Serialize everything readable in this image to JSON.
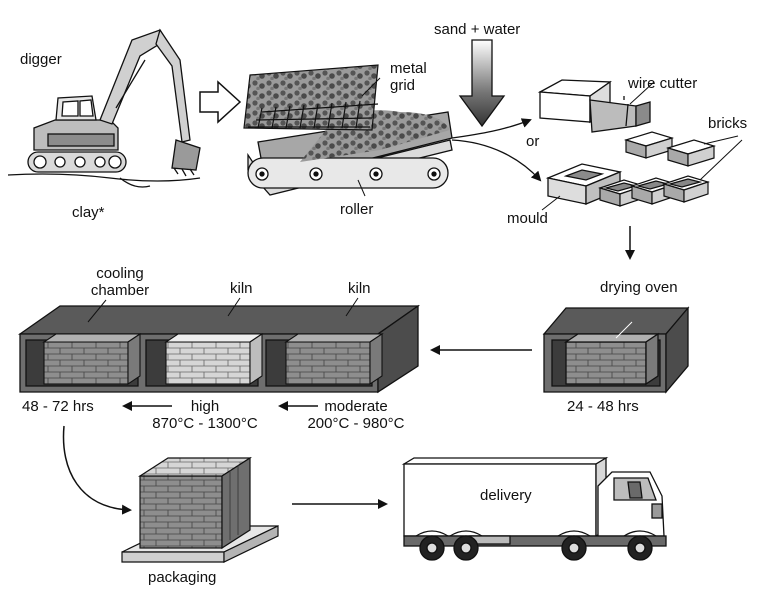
{
  "labels": {
    "digger": "digger",
    "clay": "clay*",
    "metal_grid": "metal\ngrid",
    "roller": "roller",
    "sand_water": "sand + water",
    "wire_cutter": "wire cutter",
    "or": "or",
    "bricks": "bricks",
    "mould": "mould",
    "drying_oven": "drying oven",
    "cooling_chamber": "cooling\nchamber",
    "kiln_high": "kiln",
    "kiln_moderate": "kiln",
    "time_drying": "24 - 48 hrs",
    "time_cooling": "48 - 72 hrs",
    "high": "high\n870°C - 1300°C",
    "moderate": "moderate\n200°C - 980°C",
    "delivery": "delivery",
    "packaging": "packaging"
  },
  "colors": {
    "line": "#111111",
    "grey_dark": "#6b6b6b",
    "grey_mid": "#8e8e8e",
    "grey_light": "#c8c8c8",
    "grey_pale": "#e4e4e4"
  }
}
